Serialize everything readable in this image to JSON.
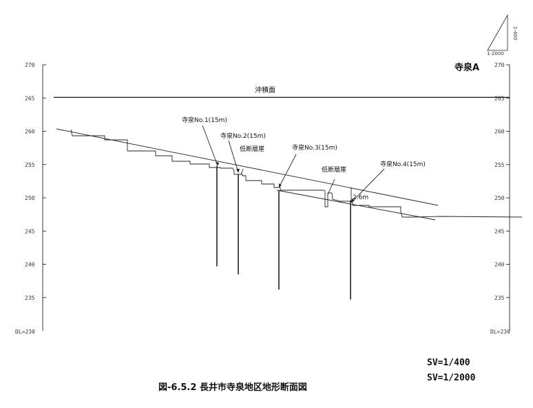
{
  "figure": {
    "section_name": "寺泉A",
    "caption": "図-6.5.2 長井市寺泉地区地形断面図",
    "scale_sv": "SV=1/400",
    "scale_hv": "SV=1/2000",
    "scale_triangle": {
      "vertical_label": "1-400",
      "horizontal_label": "1-2000"
    },
    "datum_label": "DL=230",
    "alluvial_surface_label": "沖積面",
    "y_ticks": [
      270,
      265,
      260,
      255,
      250,
      245,
      240,
      235
    ],
    "y_range": [
      230,
      270
    ],
    "alluvial_surface_elevation": 265.1,
    "labels": {
      "boring1": "寺泉No.1(15m)",
      "boring2": "寺泉No.2(15m)",
      "boring3": "寺泉No.3(15m)",
      "boring4": "寺泉No.4(15m)",
      "scarp1": "低断層崖",
      "scarp2": "低断層崖",
      "offset": "2.6m"
    },
    "borings": [
      {
        "id": "boring1",
        "surface": 254.8,
        "bottom": 239.7
      },
      {
        "id": "boring2",
        "surface": 253.6,
        "bottom": 238.5
      },
      {
        "id": "boring3",
        "surface": 251.1,
        "bottom": 236.2
      },
      {
        "id": "boring4",
        "surface": 249.6,
        "bottom": 234.7
      }
    ]
  }
}
